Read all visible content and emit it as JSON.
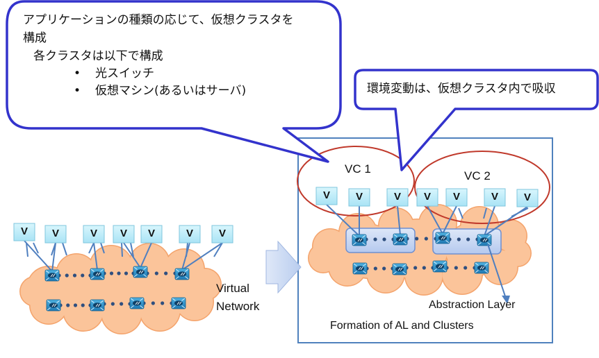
{
  "callout_main": {
    "line1": "アプリケーションの種類の応じて、仮想クラスタを",
    "line2": "構成",
    "line3": "各クラスタは以下で構成",
    "bullets": [
      "光スイッチ",
      "仮想マシン(あるいはサーバ)"
    ],
    "bullet_glyph": "•"
  },
  "callout_env": {
    "text": "環境変動は、仮想クラスタ内で吸収"
  },
  "left_network": {
    "label_line1": "Virtual",
    "label_line2": "Network",
    "vm_label": "V",
    "vm_count": 7,
    "switch_rows": 2,
    "switches_per_row": 4
  },
  "right_panel": {
    "clusters": [
      {
        "label": "VC 1",
        "vm_count": 3
      },
      {
        "label": "VC 2",
        "vm_count": 4
      }
    ],
    "vm_label": "V",
    "abstraction_label": "Abstraction Layer",
    "caption": "Formation of AL and Clusters"
  },
  "colors": {
    "callout_border": "#3333cc",
    "cluster_ellipse": "#c0392b",
    "panel_border": "#4f81bd",
    "cloud_fill": "#fbc49a",
    "cloud_stroke": "#f4a36b",
    "vm_fill": "#bfeefb",
    "vm_stroke": "#7fc6dd",
    "link": "#4f7fbf",
    "switch_fill": "#2f8fc4",
    "dots": "#2f4f7f",
    "al_fill": "#c5d5f1",
    "al_stroke": "#6f8fcf",
    "arrow_fill": "#c9d8f2"
  }
}
